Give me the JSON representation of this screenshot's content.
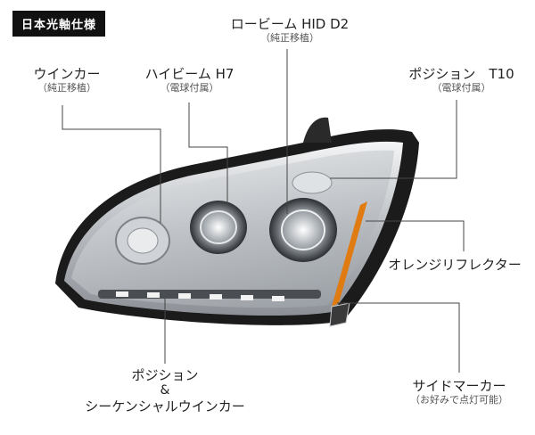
{
  "badge": "日本光軸仕様",
  "labels": {
    "low_beam": {
      "main": "ロービーム HID D2",
      "sub": "（純正移植）"
    },
    "winker": {
      "main": "ウインカー",
      "sub": "（純正移植）"
    },
    "high_beam": {
      "main": "ハイビーム H7",
      "sub": "（電球付属）"
    },
    "position_t10": {
      "main": "ポジション　T10",
      "sub": "（電球付属）"
    },
    "orange_reflector": {
      "main": "オレンジリフレクター"
    },
    "position_sequential": {
      "line1": "ポジション",
      "amp": "&",
      "line3": "シーケンシャルウインカー"
    },
    "side_marker": {
      "main": "サイドマーカー",
      "sub": "（お好みで点灯可能）"
    }
  },
  "colors": {
    "chrome": "#c9ccd0",
    "dark_housing": "#1b1b1b",
    "amber": "#e07b12",
    "led": "#f2f2f2"
  }
}
